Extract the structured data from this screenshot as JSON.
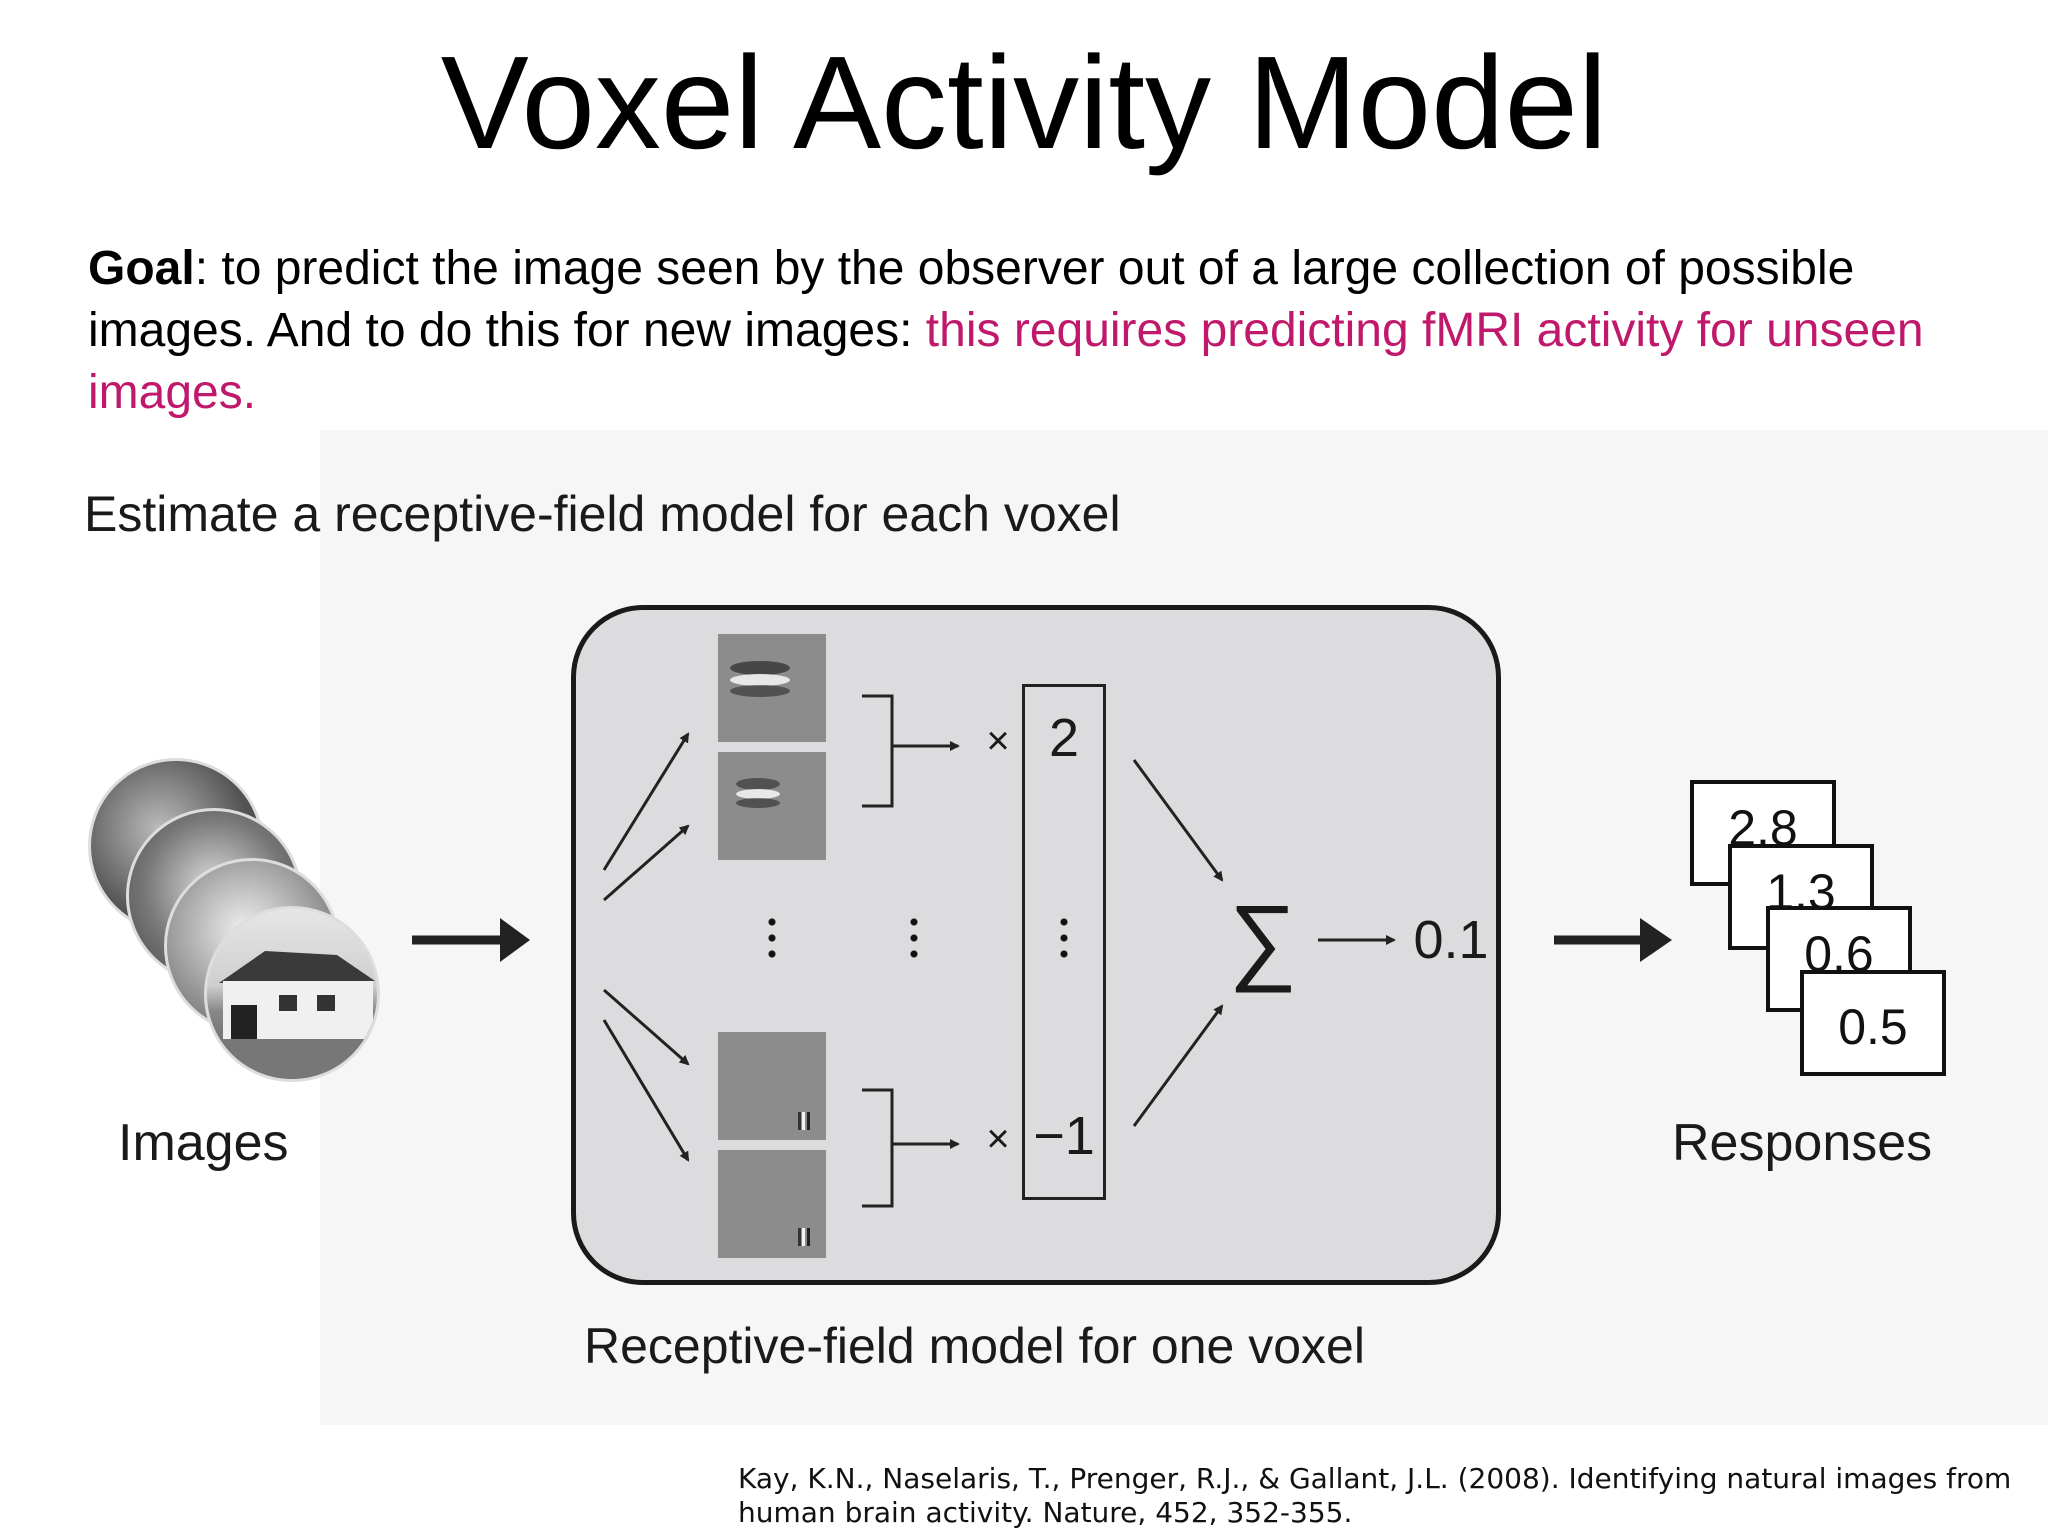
{
  "slide": {
    "title": "Voxel Activity Model",
    "goal_bold": "Goal",
    "goal_text": ": to predict the image seen by the observer out of a large collection of possible images. And to do this for new images: ",
    "goal_highlight": "this requires predicting fMRI activity for unseen images.",
    "highlight_color": "#c0186b"
  },
  "diagram": {
    "subheading": "Estimate a receptive-field model for each voxel",
    "images_label": "Images",
    "panel_label": "Receptive-field model for one voxel",
    "weights": [
      "2",
      "−1"
    ],
    "times": "×",
    "sum_symbol": "∑",
    "sum_output": "0.1",
    "responses_label": "Responses",
    "response_values": [
      "2.8",
      "1.3",
      "0.6",
      "0.5"
    ],
    "panel_fill": "#dcdcde"
  },
  "citation": "Kay, K.N., Naselaris, T., Prenger, R.J., & Gallant, J.L. (2008). Identifying natural images from human brain activity. Nature, 452, 352-355."
}
